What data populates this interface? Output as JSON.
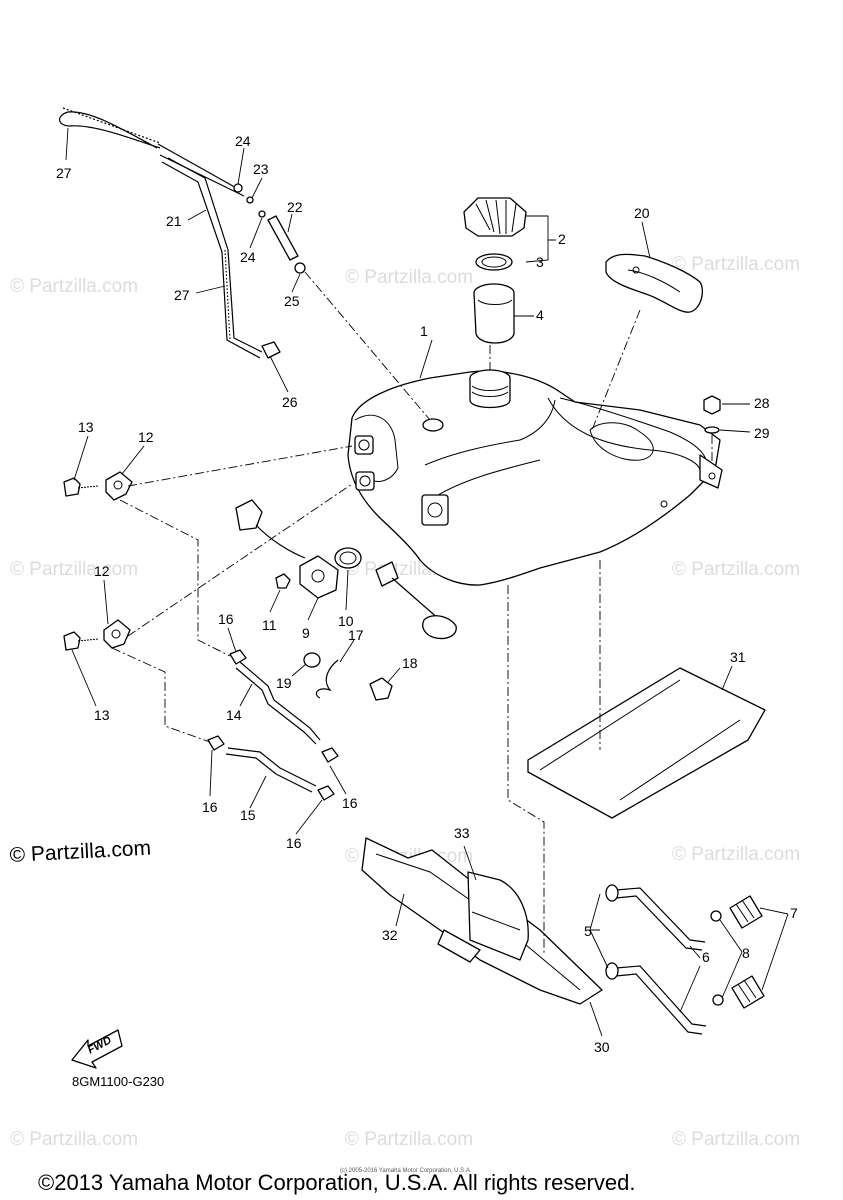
{
  "watermarks": {
    "text": "© Partzilla.com",
    "prominent_text": "© Partzilla.com"
  },
  "callouts": {
    "c1": "1",
    "c2": "2",
    "c3": "3",
    "c4": "4",
    "c5": "5",
    "c6": "6",
    "c7": "7",
    "c8": "8",
    "c9": "9",
    "c10": "10",
    "c11": "11",
    "c12a": "12",
    "c12b": "12",
    "c13a": "13",
    "c13b": "13",
    "c14": "14",
    "c15": "15",
    "c16a": "16",
    "c16b": "16",
    "c16c": "16",
    "c16d": "16",
    "c17": "17",
    "c18": "18",
    "c19": "19",
    "c20": "20",
    "c21": "21",
    "c22": "22",
    "c23": "23",
    "c24a": "24",
    "c24b": "24",
    "c25": "25",
    "c26": "26",
    "c27a": "27",
    "c27b": "27",
    "c28": "28",
    "c29": "29",
    "c30": "30",
    "c31": "31",
    "c32": "32",
    "c33": "33"
  },
  "fwd_label": "FWD",
  "diagram_code": "8GM1100-G230",
  "copyright": "©2013 Yamaha Motor Corporation, U.S.A. All rights reserved.",
  "source_line": "(c) 2005-2016 Yamaha Motor Corporation, U.S.A."
}
